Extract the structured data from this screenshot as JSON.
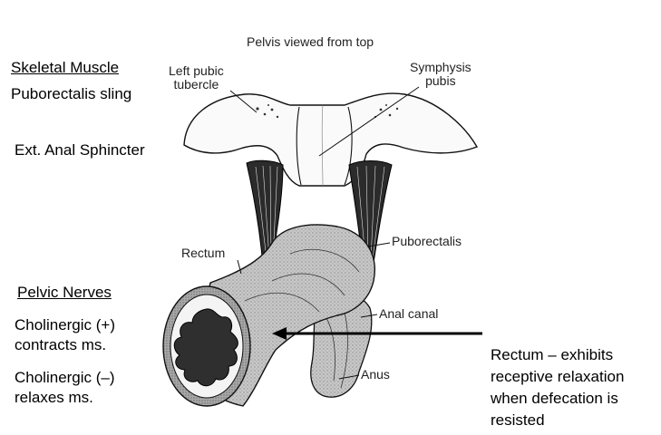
{
  "caption": "Pelvis viewed from top",
  "left_panel": {
    "skeletal_heading": "Skeletal Muscle",
    "puborectalis_sling": "Puborectalis sling",
    "ext_anal_sphincter": "Ext. Anal Sphincter",
    "pelvic_heading": "Pelvic Nerves",
    "cholinergic_plus": "Cholinergic (+)\ncontracts ms.",
    "cholinergic_minus": "Cholinergic (–)\nrelaxes ms."
  },
  "labels": {
    "left_pubic_tubercle": "Left pubic\ntubercle",
    "symphysis_pubis": "Symphysis\npubis",
    "rectum": "Rectum",
    "puborectalis": "Puborectalis",
    "anal_canal": "Anal canal",
    "anus": "Anus"
  },
  "note": "Rectum – exhibits\nreceptive relaxation\nwhen defecation is\nresisted"
}
